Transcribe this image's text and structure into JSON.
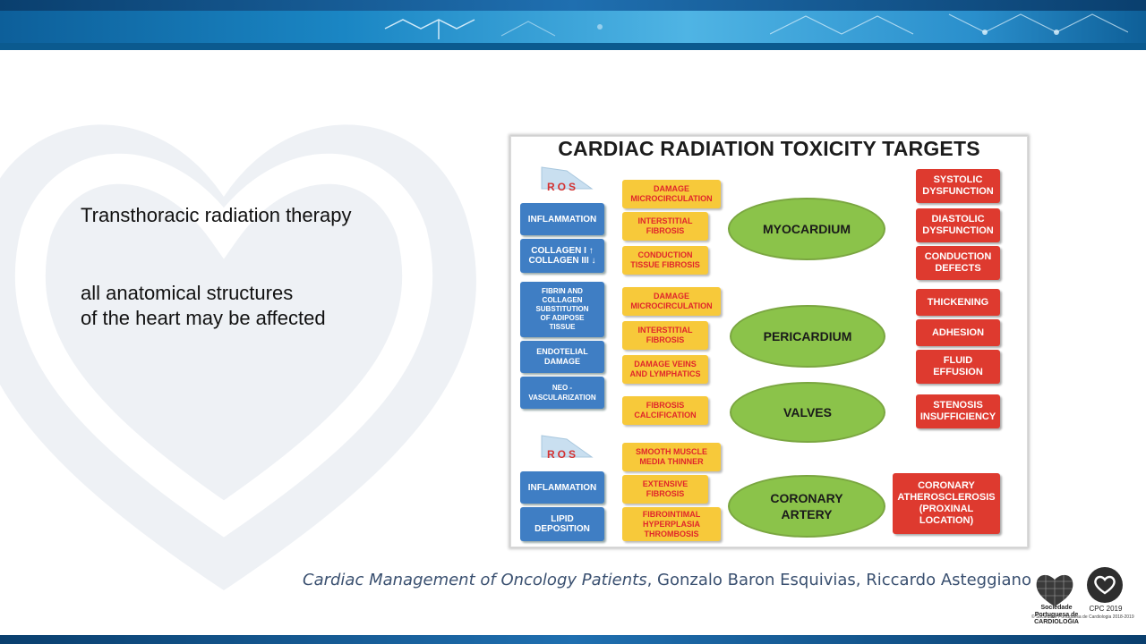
{
  "slide": {
    "line1": "Transthoracic radiation therapy",
    "line2a": "all anatomical structures",
    "line2b": "of the heart may be affected"
  },
  "diagram": {
    "title": "CARDIAC RADIATION TOXICITY TARGETS",
    "ros_label": "ROS",
    "blue_boxes": [
      "INFLAMMATION",
      "COLLAGEN I ↑\nCOLLAGEN III ↓",
      "FIBRIN AND\nCOLLAGEN\nSUBSTITUTION\nOF ADIPOSE\nTISSUE",
      "ENDOTELIAL\nDAMAGE",
      "NEO -\nVASCULARIZATION",
      "INFLAMMATION",
      "LIPID\nDEPOSITION"
    ],
    "yellow_boxes": [
      "DAMAGE\nMICROCIRCULATION",
      "INTERSTITIAL\nFIBROSIS",
      "CONDUCTION\nTISSUE FIBROSIS",
      "DAMAGE\nMICROCIRCULATION",
      "INTERSTITIAL\nFIBROSIS",
      "DAMAGE VEINS\nAND LYMPHATICS",
      "FIBROSIS\nCALCIFICATION",
      "SMOOTH MUSCLE\nMEDIA THINNER",
      "EXTENSIVE\nFIBROSIS",
      "FIBROINTIMAL\nHYPERPLASIA\nTHROMBOSIS"
    ],
    "targets": [
      "MYOCARDIUM",
      "PERICARDIUM",
      "VALVES",
      "CORONARY\nARTERY"
    ],
    "red_boxes": [
      "SYSTOLIC\nDYSFUNCTION",
      "DIASTOLIC\nDYSFUNCTION",
      "CONDUCTION\nDEFECTS",
      "THICKENING",
      "ADHESION",
      "FLUID\nEFFUSION",
      "STENOSIS\nINSUFFICIENCY",
      "CORONARY\nATHEROSCLEROSIS\n(PROXINAL\nLOCATION)"
    ]
  },
  "citation": {
    "book": "Cardiac Management of Oncology Patients",
    "authors": ", Gonzalo Baron  Esquivias, Riccardo Asteggiano"
  },
  "logos": {
    "spc": "Sociedade Portuguesa de\nCARDIOLOGIA",
    "cpc": "CPC 2019",
    "copyright": "© Sociedade Portuguesa de Cardiologia 2018-2019"
  },
  "colors": {
    "blue_box": "#3f7ec4",
    "yellow_box": "#f7c93a",
    "yellow_text": "#e0262b",
    "red_box": "#de3a2f",
    "green_target": "#8bc34a",
    "banner": "#1a86c4"
  }
}
